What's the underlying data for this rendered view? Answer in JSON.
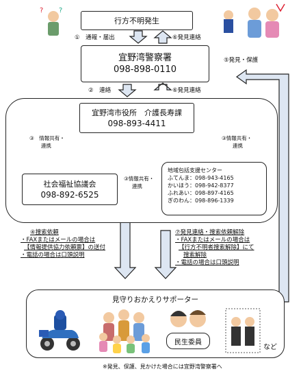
{
  "top": {
    "label": "行方不明発生"
  },
  "police": {
    "title": "宜野湾警察署",
    "phone": "098-898-0110"
  },
  "city": {
    "title": "宜野湾市役所　介護長寿課",
    "phone": "098-893-4411"
  },
  "welfare": {
    "title": "社会福祉協議会",
    "phone": "098-892-6525"
  },
  "center": {
    "title": "地域包括支援センター",
    "rows": [
      "ふてんま：098-943-4165",
      "かいほう：098-942-8377",
      "ふれあい：098-897-4165",
      "ぎのわん：098-896-1339"
    ]
  },
  "steps": {
    "s1": "①　通報・届出",
    "s6a": "⑥発見連絡",
    "s2": "②　連絡",
    "s6b": "⑥発見連絡",
    "s5": "⑤発見・保護",
    "s3_left_a": "③　情報共有・",
    "s3_left_b": "連携",
    "s3_right_a": "③情報共有・",
    "s3_right_b": "連携",
    "s3_mid_a": "③情報共有・",
    "s3_mid_b": "連携"
  },
  "left_note": {
    "title": "④捜索依頼",
    "l1": "・FAXまたはメールの場合は",
    "l2": "【情報提供協力依頼票】の送付",
    "l3": "・電話の場合は口頭説明"
  },
  "right_note": {
    "title": "⑦発見連絡・捜索依頼解除",
    "l1": "・FAXまたはメールの場合は",
    "l2": "【行方不明者捜索解除】にて",
    "l3": "捜索解除",
    "l4": "・電話の場合は口頭説明"
  },
  "supporters": {
    "title": "見守りおかえりサポーター",
    "badge": "民生委員",
    "etc": "など"
  },
  "footnote": "※発見、保護、見かけた場合には宜野湾警察署へ"
}
